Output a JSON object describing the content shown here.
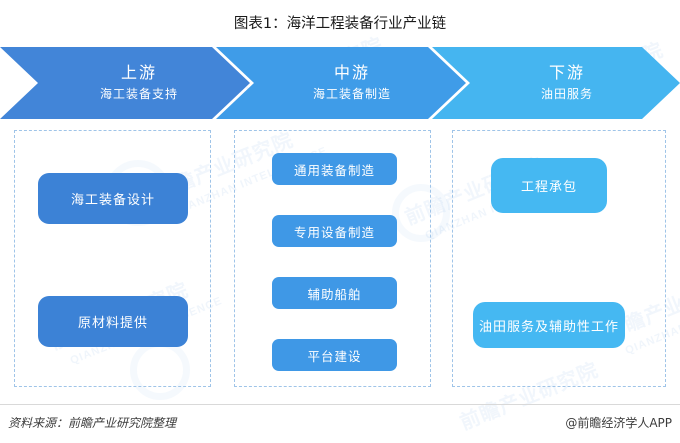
{
  "title": "图表1：海洋工程装备行业产业链",
  "stages": [
    {
      "name": "上游",
      "subtitle": "海工装备支持",
      "color": "#4285d8",
      "nodes": [
        "海工装备设计",
        "原材料提供"
      ]
    },
    {
      "name": "中游",
      "subtitle": "海工装备制造",
      "color": "#3f9ce8",
      "nodes": [
        "通用装备制造",
        "专用设备制造",
        "辅助船舶",
        "平台建设"
      ]
    },
    {
      "name": "下游",
      "subtitle": "油田服务",
      "color": "#45b5f0",
      "nodes": [
        "工程承包",
        "油田服务及辅助性工作"
      ]
    }
  ],
  "footer": {
    "source": "资料来源：前瞻产业研究院整理",
    "app": "@前瞻经济学人APP"
  },
  "watermark": {
    "text": "前瞻产业研究院",
    "sub": "QIANZHAN INTELLIGENCE"
  }
}
